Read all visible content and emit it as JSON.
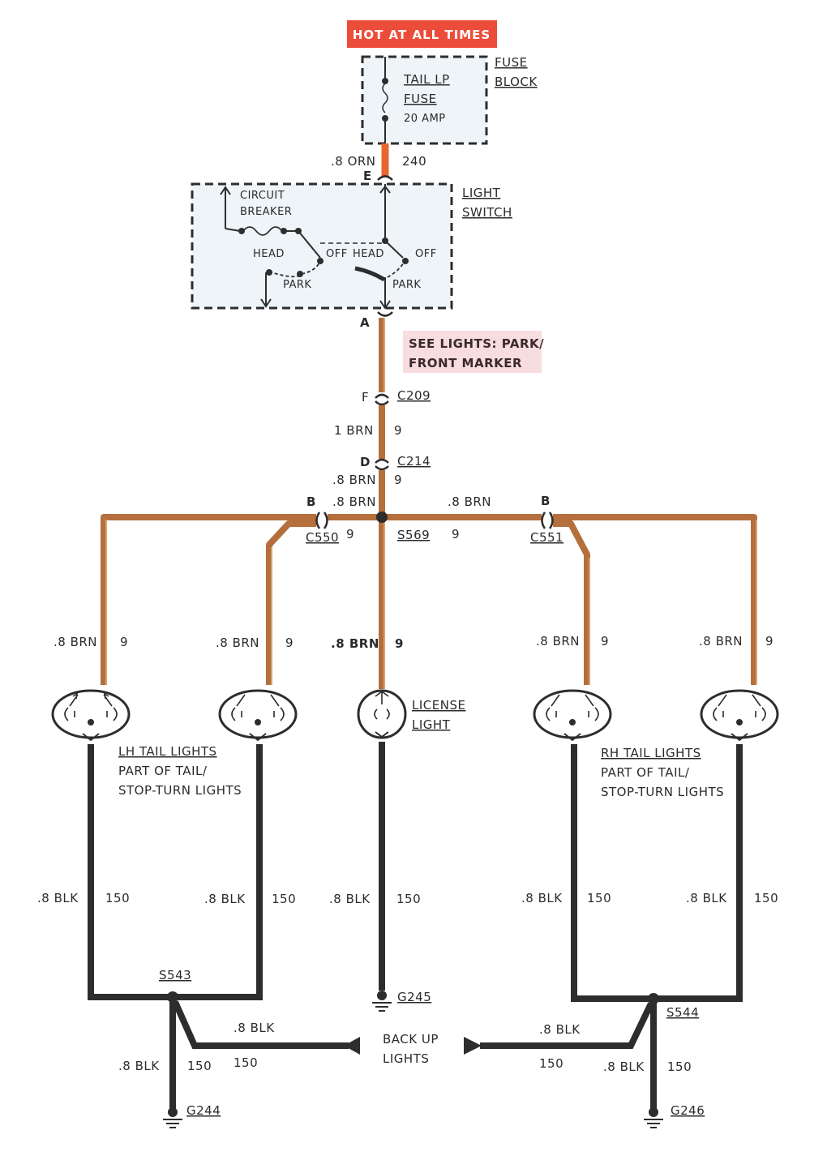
{
  "colors": {
    "brown": "#b56f3d",
    "brown_light": "#d9a36d",
    "orange": "#e8662e",
    "black": "#2d2d2d",
    "hot_box": "#ec4d3a",
    "note_box": "#f7dce0",
    "switch_fill": "#eef4f8"
  },
  "labels": {
    "hot_at_all_times": "HOT AT ALL TIMES",
    "fuse_block_1": "FUSE",
    "fuse_block_2": "BLOCK",
    "fuse_1": "TAIL LP",
    "fuse_2": "FUSE",
    "fuse_3": "20 AMP",
    "wire_orn": ".8 ORN",
    "circuit_240": "240",
    "term_e": "E",
    "light_switch_1": "LIGHT",
    "light_switch_2": "SWITCH",
    "circuit_breaker_1": "CIRCUIT",
    "circuit_breaker_2": "BREAKER",
    "head_l": "HEAD",
    "off_l": "OFF",
    "park_l": "PARK",
    "head_r": "HEAD",
    "off_r": "OFF",
    "park_r": "PARK",
    "term_a": "A",
    "see_lights_1": "SEE LIGHTS: PARK/",
    "see_lights_2": "FRONT MARKER",
    "term_f": "F",
    "c209": "C209",
    "wire_1brn": "1 BRN",
    "circuit_9a": "9",
    "term_d": "D",
    "c214": "C214",
    "wire_8brn_a": ".8 BRN",
    "circuit_9b": "9",
    "term_b_l": "B",
    "wire_8brn_b": ".8 BRN",
    "wire_8brn_c": ".8 BRN",
    "term_b_r": "B",
    "c550": "C550",
    "circuit_9c": "9",
    "s569": "S569",
    "circuit_9d": "9",
    "c551": "C551",
    "brn1": ".8 BRN",
    "brn1_c": "9",
    "brn2": ".8 BRN",
    "brn2_c": "9",
    "brn3": ".8 BRN",
    "brn3_c": "9",
    "brn4": ".8 BRN",
    "brn4_c": "9",
    "brn5": ".8 BRN",
    "brn5_c": "9",
    "license_1": "LICENSE",
    "license_2": "LIGHT",
    "lh_1": "LH TAIL LIGHTS",
    "lh_2": "PART OF TAIL/",
    "lh_3": "STOP-TURN LIGHTS",
    "rh_1": "RH TAIL LIGHTS",
    "rh_2": "PART OF TAIL/",
    "rh_3": "STOP-TURN LIGHTS",
    "blk1": ".8 BLK",
    "blk1_c": "150",
    "blk2": ".8 BLK",
    "blk2_c": "150",
    "blk3": ".8 BLK",
    "blk3_c": "150",
    "blk4": ".8 BLK",
    "blk4_c": "150",
    "blk5": ".8 BLK",
    "blk5_c": "150",
    "s543": "S543",
    "g245": "G245",
    "s544": "S544",
    "backup_1": "BACK UP",
    "backup_2": "LIGHTS",
    "blk_bu_l": ".8 BLK",
    "blk_bu_l_c": "150",
    "blk_bu_r": ".8 BLK",
    "blk_bu_r_c": "150",
    "blk_g244": ".8 BLK",
    "blk_g244_c": "150",
    "blk_g246": ".8 BLK",
    "blk_g246_c": "150",
    "g244": "G244",
    "g246": "G246"
  }
}
